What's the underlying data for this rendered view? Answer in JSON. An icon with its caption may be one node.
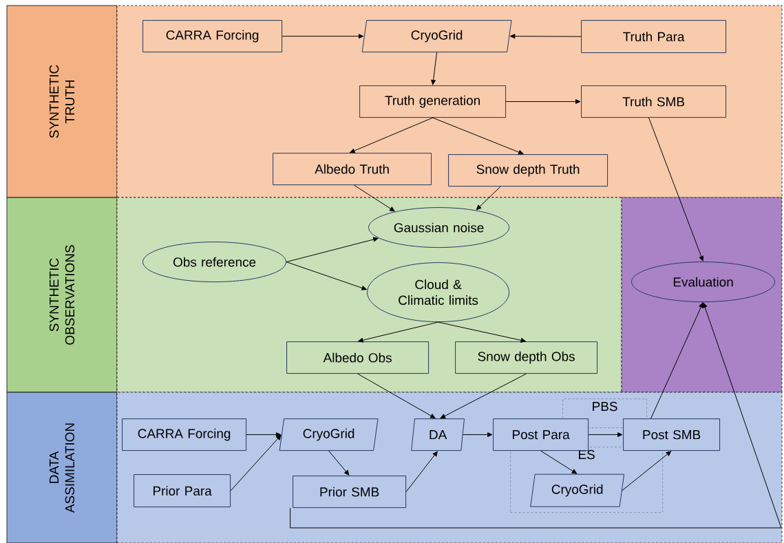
{
  "diagram": {
    "nodes": [
      {
        "text": [
          "SYNTHETIC TRUTH"
        ]
      },
      {
        "text": [],
        "shape": "box"
      },
      {
        "text": [
          "CARRA Forcing"
        ],
        "in": 1
      },
      {
        "text": [
          "CryoGrid"
        ],
        "in": 1
      },
      {
        "text": [
          "Truth Para"
        ],
        "in": 1
      },
      {
        "text": [
          "Truth generation"
        ],
        "in": 1
      },
      {
        "text": [
          "Truth SMB"
        ],
        "in": 1
      },
      {
        "text": [
          "Albedo Truth"
        ],
        "in": 1
      },
      {
        "text": [
          "Snow depth Truth"
        ],
        "in": 1
      },
      {
        "text": [
          "SYNTHETIC OBSERVATIONS"
        ]
      },
      {
        "text": [],
        "shape": "box"
      },
      {
        "text": [
          "Gaussian noise"
        ],
        "in": 10
      },
      {
        "text": [
          "Obs reference"
        ],
        "in": 10
      },
      {
        "text": [
          "Cloud & Climatic limits"
        ],
        "in": 10
      },
      {
        "text": [
          "Albedo Obs"
        ],
        "in": 10
      },
      {
        "text": [
          "Snow depth Obs"
        ],
        "in": 10
      },
      {
        "text": [],
        "shape": "box"
      },
      {
        "text": [
          "Evaluation"
        ],
        "in": 16
      },
      {
        "text": [
          "DATA ASSIMILATION"
        ]
      },
      {
        "text": [],
        "shape": "box"
      },
      {
        "text": [
          "CARRA Forcing"
        ],
        "in": 19
      },
      {
        "text": [
          "CryoGrid"
        ],
        "in": 19
      },
      {
        "text": [
          "Prior Para"
        ],
        "in": 19
      },
      {
        "text": [
          "Prior SMB"
        ],
        "in": 19
      },
      {
        "text": [
          "DA"
        ],
        "in": 19
      },
      {
        "text": [
          "Post Para"
        ],
        "in": 19
      },
      {
        "text": [
          "Post SMB"
        ],
        "in": 19
      },
      {
        "text": [
          "PBS"
        ],
        "in": 19
      },
      {
        "text": [
          "ES"
        ],
        "in": 19
      },
      {
        "text": [
          "CryoGrid"
        ],
        "in": 28
      }
    ],
    "edges": [
      {
        "from": 2,
        "to": 3,
        "arrow": "to"
      },
      {
        "from": 4,
        "to": 3,
        "arrow": "to"
      },
      {
        "from": 3,
        "to": 5,
        "arrow": "to"
      },
      {
        "from": 5,
        "to": 6,
        "arrow": "to"
      },
      {
        "from": 5,
        "to": 7,
        "arrow": "to"
      },
      {
        "from": 5,
        "to": 8,
        "arrow": "to"
      },
      {
        "from": 6,
        "to": 17,
        "arrow": "to"
      },
      {
        "from": 7,
        "to": 11,
        "arrow": "to"
      },
      {
        "from": 8,
        "to": 11,
        "arrow": "to"
      },
      {
        "from": 12,
        "to": 11,
        "arrow": "to"
      },
      {
        "from": 12,
        "to": 13,
        "arrow": "to"
      },
      {
        "from": 13,
        "to": 14,
        "arrow": "to"
      },
      {
        "from": 13,
        "to": 15,
        "arrow": "to"
      },
      {
        "from": 14,
        "to": 24,
        "arrow": "to"
      },
      {
        "from": 15,
        "to": 24,
        "arrow": "to"
      },
      {
        "from": 20,
        "to": 21,
        "arrow": "to"
      },
      {
        "from": 22,
        "to": 21,
        "arrow": "to"
      },
      {
        "from": 21,
        "to": 23,
        "arrow": "to"
      },
      {
        "from": 23,
        "to": 24,
        "arrow": "to"
      },
      {
        "from": 24,
        "to": 25,
        "arrow": "to"
      },
      {
        "from": 25,
        "to": 26,
        "arrow": "to"
      },
      {
        "from": 25,
        "to": 29,
        "arrow": "to"
      },
      {
        "from": 29,
        "to": 26,
        "arrow": "to"
      },
      {
        "from": 26,
        "to": 17,
        "arrow": "to"
      },
      {
        "from": 23,
        "to": 17,
        "arrow": "to"
      }
    ]
  }
}
